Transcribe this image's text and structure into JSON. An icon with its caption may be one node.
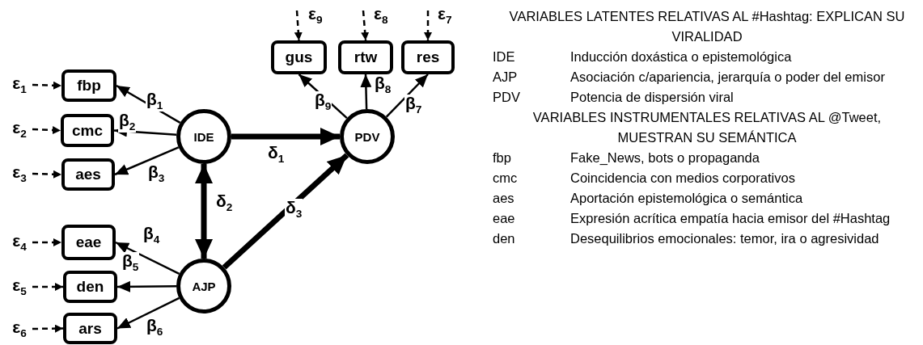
{
  "diagram": {
    "nodes": [
      {
        "text": [
          "fbp"
        ]
      },
      {
        "text": [
          "cmc"
        ]
      },
      {
        "text": [
          "aes"
        ]
      },
      {
        "text": [
          "eae"
        ]
      },
      {
        "text": [
          "den"
        ]
      },
      {
        "text": [
          "ars"
        ]
      },
      {
        "text": [
          "IDE"
        ]
      },
      {
        "text": [
          "AJP"
        ]
      },
      {
        "text": [
          "PDV"
        ]
      },
      {
        "text": [
          "gus"
        ]
      },
      {
        "text": [
          "rtw"
        ]
      },
      {
        "text": [
          "res"
        ]
      },
      {
        "text": [
          "ε$_{1}$"
        ]
      },
      {
        "text": [
          "ε$_{2}$"
        ]
      },
      {
        "text": [
          "ε$_{3}$"
        ]
      },
      {
        "text": [
          "ε$_{4}$"
        ]
      },
      {
        "text": [
          "ε$_{5}$"
        ]
      },
      {
        "text": [
          "ε$_{6}$"
        ]
      }
    ],
    "edges": [
      {
        "from": 6,
        "to": 0,
        "arrow": "to",
        "label": "β$_{1}$"
      },
      {
        "from": 6,
        "to": 1,
        "arrow": "to",
        "label": "β$_{2}$"
      },
      {
        "from": 6,
        "to": 2,
        "arrow": "to",
        "label": "β$_{3}$"
      },
      {
        "from": 7,
        "to": 3,
        "arrow": "to",
        "label": "β$_{4}$"
      },
      {
        "from": 7,
        "to": 4,
        "arrow": "to",
        "label": "β$_{5}$"
      },
      {
        "from": 7,
        "to": 5,
        "arrow": "to",
        "label": "β$_{6}$"
      },
      {
        "from": 8,
        "to": 9,
        "arrow": "to",
        "label": "β$_{9}$"
      },
      {
        "from": 8,
        "to": 10,
        "arrow": "to",
        "label": "β$_{8}$"
      },
      {
        "from": 8,
        "to": 11,
        "arrow": "to",
        "label": "β$_{7}$"
      },
      {
        "from": 6,
        "to": 8,
        "arrow": "to",
        "label": "δ$_{1}$",
        "style": "thick"
      },
      {
        "from": 6,
        "to": 7,
        "arrow": "both",
        "label": "δ$_{2}$",
        "style": "thick"
      },
      {
        "from": 7,
        "to": 8,
        "arrow": "to",
        "label": "δ$_{3}$",
        "style": "thick"
      },
      {
        "from": 12,
        "to": 0,
        "arrow": "to",
        "style": "dashed"
      },
      {
        "from": 13,
        "to": 1,
        "arrow": "to",
        "style": "dashed"
      },
      {
        "from": 14,
        "to": 2,
        "arrow": "to",
        "style": "dashed"
      },
      {
        "from": 15,
        "to": 3,
        "arrow": "to",
        "style": "dashed"
      },
      {
        "from": 16,
        "to": 4,
        "arrow": "to",
        "style": "dashed"
      },
      {
        "from": 17,
        "to": 5,
        "arrow": "to",
        "style": "dashed"
      },
      {
        "from": null,
        "to": 9,
        "arrow": "to",
        "style": "dashed",
        "label": "ε$_{9}$"
      },
      {
        "from": null,
        "to": 10,
        "arrow": "to",
        "style": "dashed",
        "label": "ε$_{8}$"
      },
      {
        "from": null,
        "to": 11,
        "arrow": "to",
        "style": "dashed",
        "label": "ε$_{7}$"
      }
    ],
    "labels": [
      "VARIABLES LATENTES RELATIVAS AL #Hashtag: EXPLICAN SU VIRALIDAD",
      "IDE",
      "Inducción doxástica o epistemológica",
      "AJP",
      "Asociación c/apariencia, jerarquía o poder del emisor",
      "PDV",
      "Potencia de dispersión viral",
      "VARIABLES INSTRUMENTALES RELATIVAS AL @Tweet, MUESTRAN SU SEMÁNTICA",
      "fbp",
      "Fake_News, bots o propaganda",
      "cmc",
      "Coincidencia con medios corporativos",
      "aes",
      "Aportación epistemológica o semántica",
      "eae",
      "Expresión acrítica empatía hacia emisor del #Hashtag",
      "den",
      "Desequilibrios emocionales: temor, ira o agresividad"
    ]
  }
}
